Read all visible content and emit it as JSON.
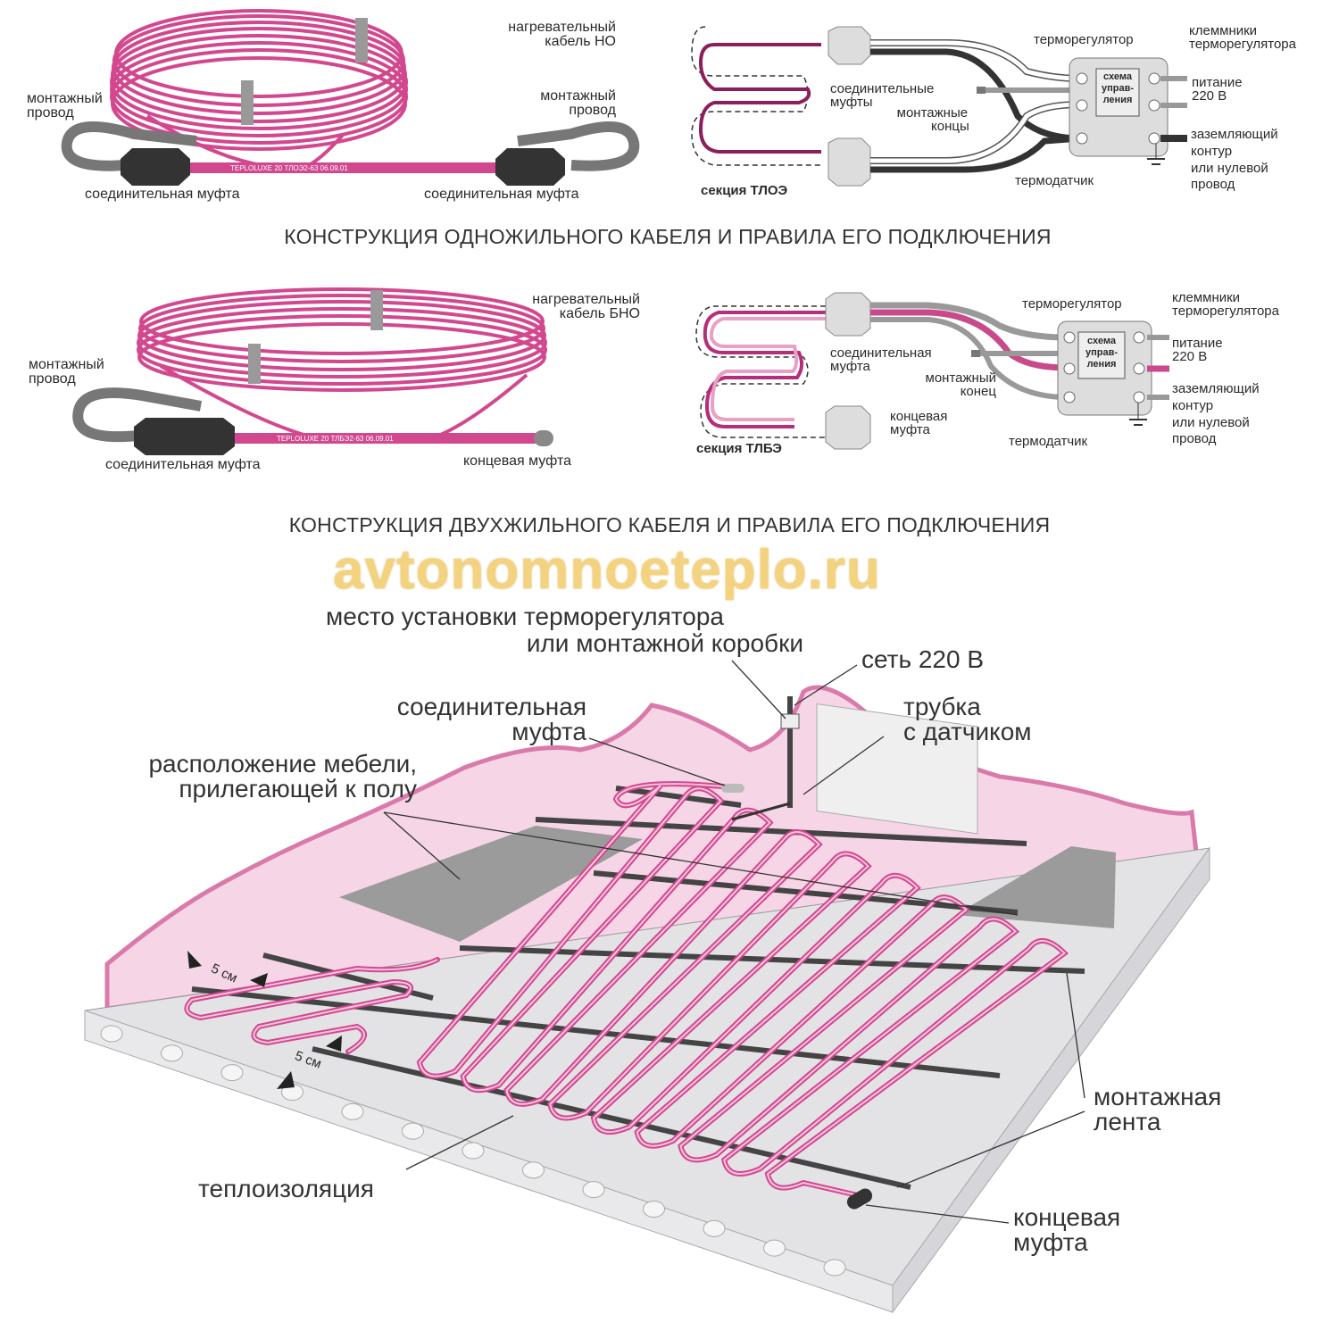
{
  "section1": {
    "coil_labels": {
      "heating_cable": [
        "нагревательный",
        "кабель НО"
      ],
      "mount_wire_left": [
        "монтажный",
        "провод"
      ],
      "mount_wire_right": [
        "монтажный",
        "провод"
      ],
      "coupling_left": "соединительная муфта",
      "coupling_right": "соединительная муфта",
      "cable_marking": "TEPLOLUXE 20 ТЛОЭ2-63  06.09.01"
    },
    "scheme_labels": {
      "thermostat": "терморегулятор",
      "terminals": [
        "клеммники",
        "терморегулятора"
      ],
      "couplings": [
        "соединительные",
        "муфты"
      ],
      "mount_ends": [
        "монтажные",
        "концы"
      ],
      "power": [
        "питание",
        "220 В"
      ],
      "ground": [
        "заземляющий",
        "контур",
        "или нулевой",
        "провод"
      ],
      "sensor": "термодатчик",
      "section_name": "секция ТЛОЭ",
      "control_box": [
        "схема",
        "управ-",
        "ления"
      ]
    },
    "title": "КОНСТРУКЦИЯ ОДНОЖИЛЬНОГО КАБЕЛЯ И ПРАВИЛА ЕГО ПОДКЛЮЧЕНИЯ"
  },
  "section2": {
    "coil_labels": {
      "heating_cable": [
        "нагревательный",
        "кабель БНО"
      ],
      "mount_wire": [
        "монтажный",
        "провод"
      ],
      "coupling": "соединительная муфта",
      "end_coupling": "концевая муфта",
      "cable_marking": "TEPLOLUXE 20 ТЛБЭ2-63  06.09.01"
    },
    "scheme_labels": {
      "thermostat": "терморегулятор",
      "terminals": [
        "клеммники",
        "терморегулятора"
      ],
      "coupling": [
        "соединительная",
        "муфта"
      ],
      "mount_end": [
        "монтажный",
        "конец"
      ],
      "end_coupling": [
        "концевая",
        "муфта"
      ],
      "power": [
        "питание",
        "220 В"
      ],
      "ground": [
        "заземляющий",
        "контур",
        "или нулевой",
        "провод"
      ],
      "sensor": "термодатчик",
      "section_name": "секция ТЛБЭ",
      "control_box": [
        "схема",
        "управ-",
        "ления"
      ]
    },
    "title": "КОНСТРУКЦИЯ ДВУХЖИЛЬНОГО КАБЕЛЯ И ПРАВИЛА ЕГО ПОДКЛЮЧЕНИЯ"
  },
  "floor": {
    "thermostat_place": [
      "место установки терморегулятора",
      "или монтажной коробки"
    ],
    "network": "сеть 220 В",
    "coupling": [
      "соединительная",
      "муфта"
    ],
    "tube": [
      "трубка",
      "с датчиком"
    ],
    "furniture": [
      "расположение мебели,",
      "прилегающей к полу"
    ],
    "spacing_1": "5 см",
    "spacing_2": "5 см",
    "tape": [
      "монтажная",
      "лента"
    ],
    "insulation": "теплоизоляция",
    "end_coupling": [
      "концевая",
      "муфта"
    ],
    "watermark": "avtonomnoeteplo.ru"
  },
  "colors": {
    "cable": "#d2488f",
    "cable_light": "#f2a9cf",
    "wall": "#f6d6e6",
    "wall_edge": "#d97aab",
    "floor": "#e6e6e8",
    "tape": "#444444",
    "furniture": "#9b9b9b"
  }
}
